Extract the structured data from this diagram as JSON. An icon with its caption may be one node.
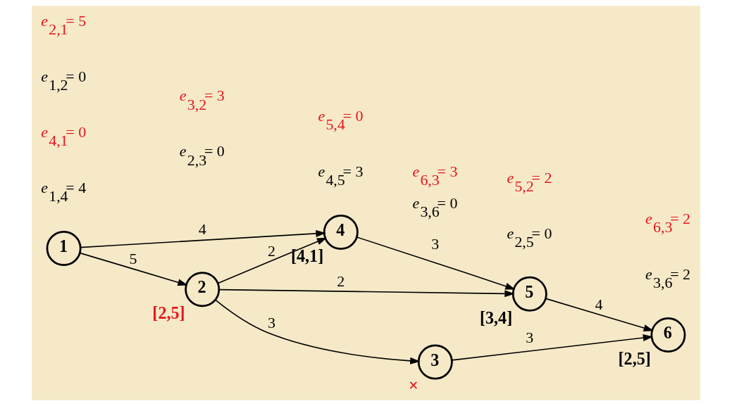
{
  "diagram": {
    "nodes": [
      {
        "text": [
          "1"
        ]
      },
      {
        "text": [
          "4"
        ],
        "beside": [
          "[4,1]"
        ]
      },
      {
        "text": [
          "2"
        ],
        "beside": [
          "[2,5]"
        ]
      },
      {
        "text": [
          "5"
        ],
        "beside": [
          "[3,4]"
        ]
      },
      {
        "text": [
          "3"
        ],
        "beside": [
          "×"
        ]
      },
      {
        "text": [
          "6"
        ],
        "beside": [
          "[2,5]"
        ]
      }
    ],
    "edges": [
      {
        "from": 0,
        "to": 1,
        "arrow": "to",
        "label": "4"
      },
      {
        "from": 0,
        "to": 2,
        "arrow": "to",
        "label": "5"
      },
      {
        "from": 2,
        "to": 1,
        "arrow": "to",
        "label": "2"
      },
      {
        "from": 1,
        "to": 3,
        "arrow": "to",
        "label": "3"
      },
      {
        "from": 2,
        "to": 3,
        "arrow": "to",
        "label": "2"
      },
      {
        "from": 2,
        "to": 4,
        "arrow": "to",
        "label": "3"
      },
      {
        "from": 3,
        "to": 5,
        "arrow": "to",
        "label": "4"
      },
      {
        "from": 4,
        "to": 5,
        "arrow": "to",
        "label": "3"
      }
    ],
    "labels": [
      "*e*$_{1,4}$= 4",
      "*e*$_{4,1}$= 0",
      "*e*$_{4,5}$= 3",
      "*e*$_{5,4}$= 0",
      "*e*$_{3,6}$= 2",
      "*e*$_{6,3}$= 2",
      "*e*$_{2,5}$= 0",
      "*e*$_{5,2}$= 2",
      "*e*$_{1,2}$= 0",
      "*e*$_{2,1}$= 5",
      "*e*$_{3,6}$= 0",
      "*e*$_{6,3}$= 3",
      "*e*$_{2,3}$= 0",
      "*e*$_{3,2}$= 3"
    ]
  }
}
